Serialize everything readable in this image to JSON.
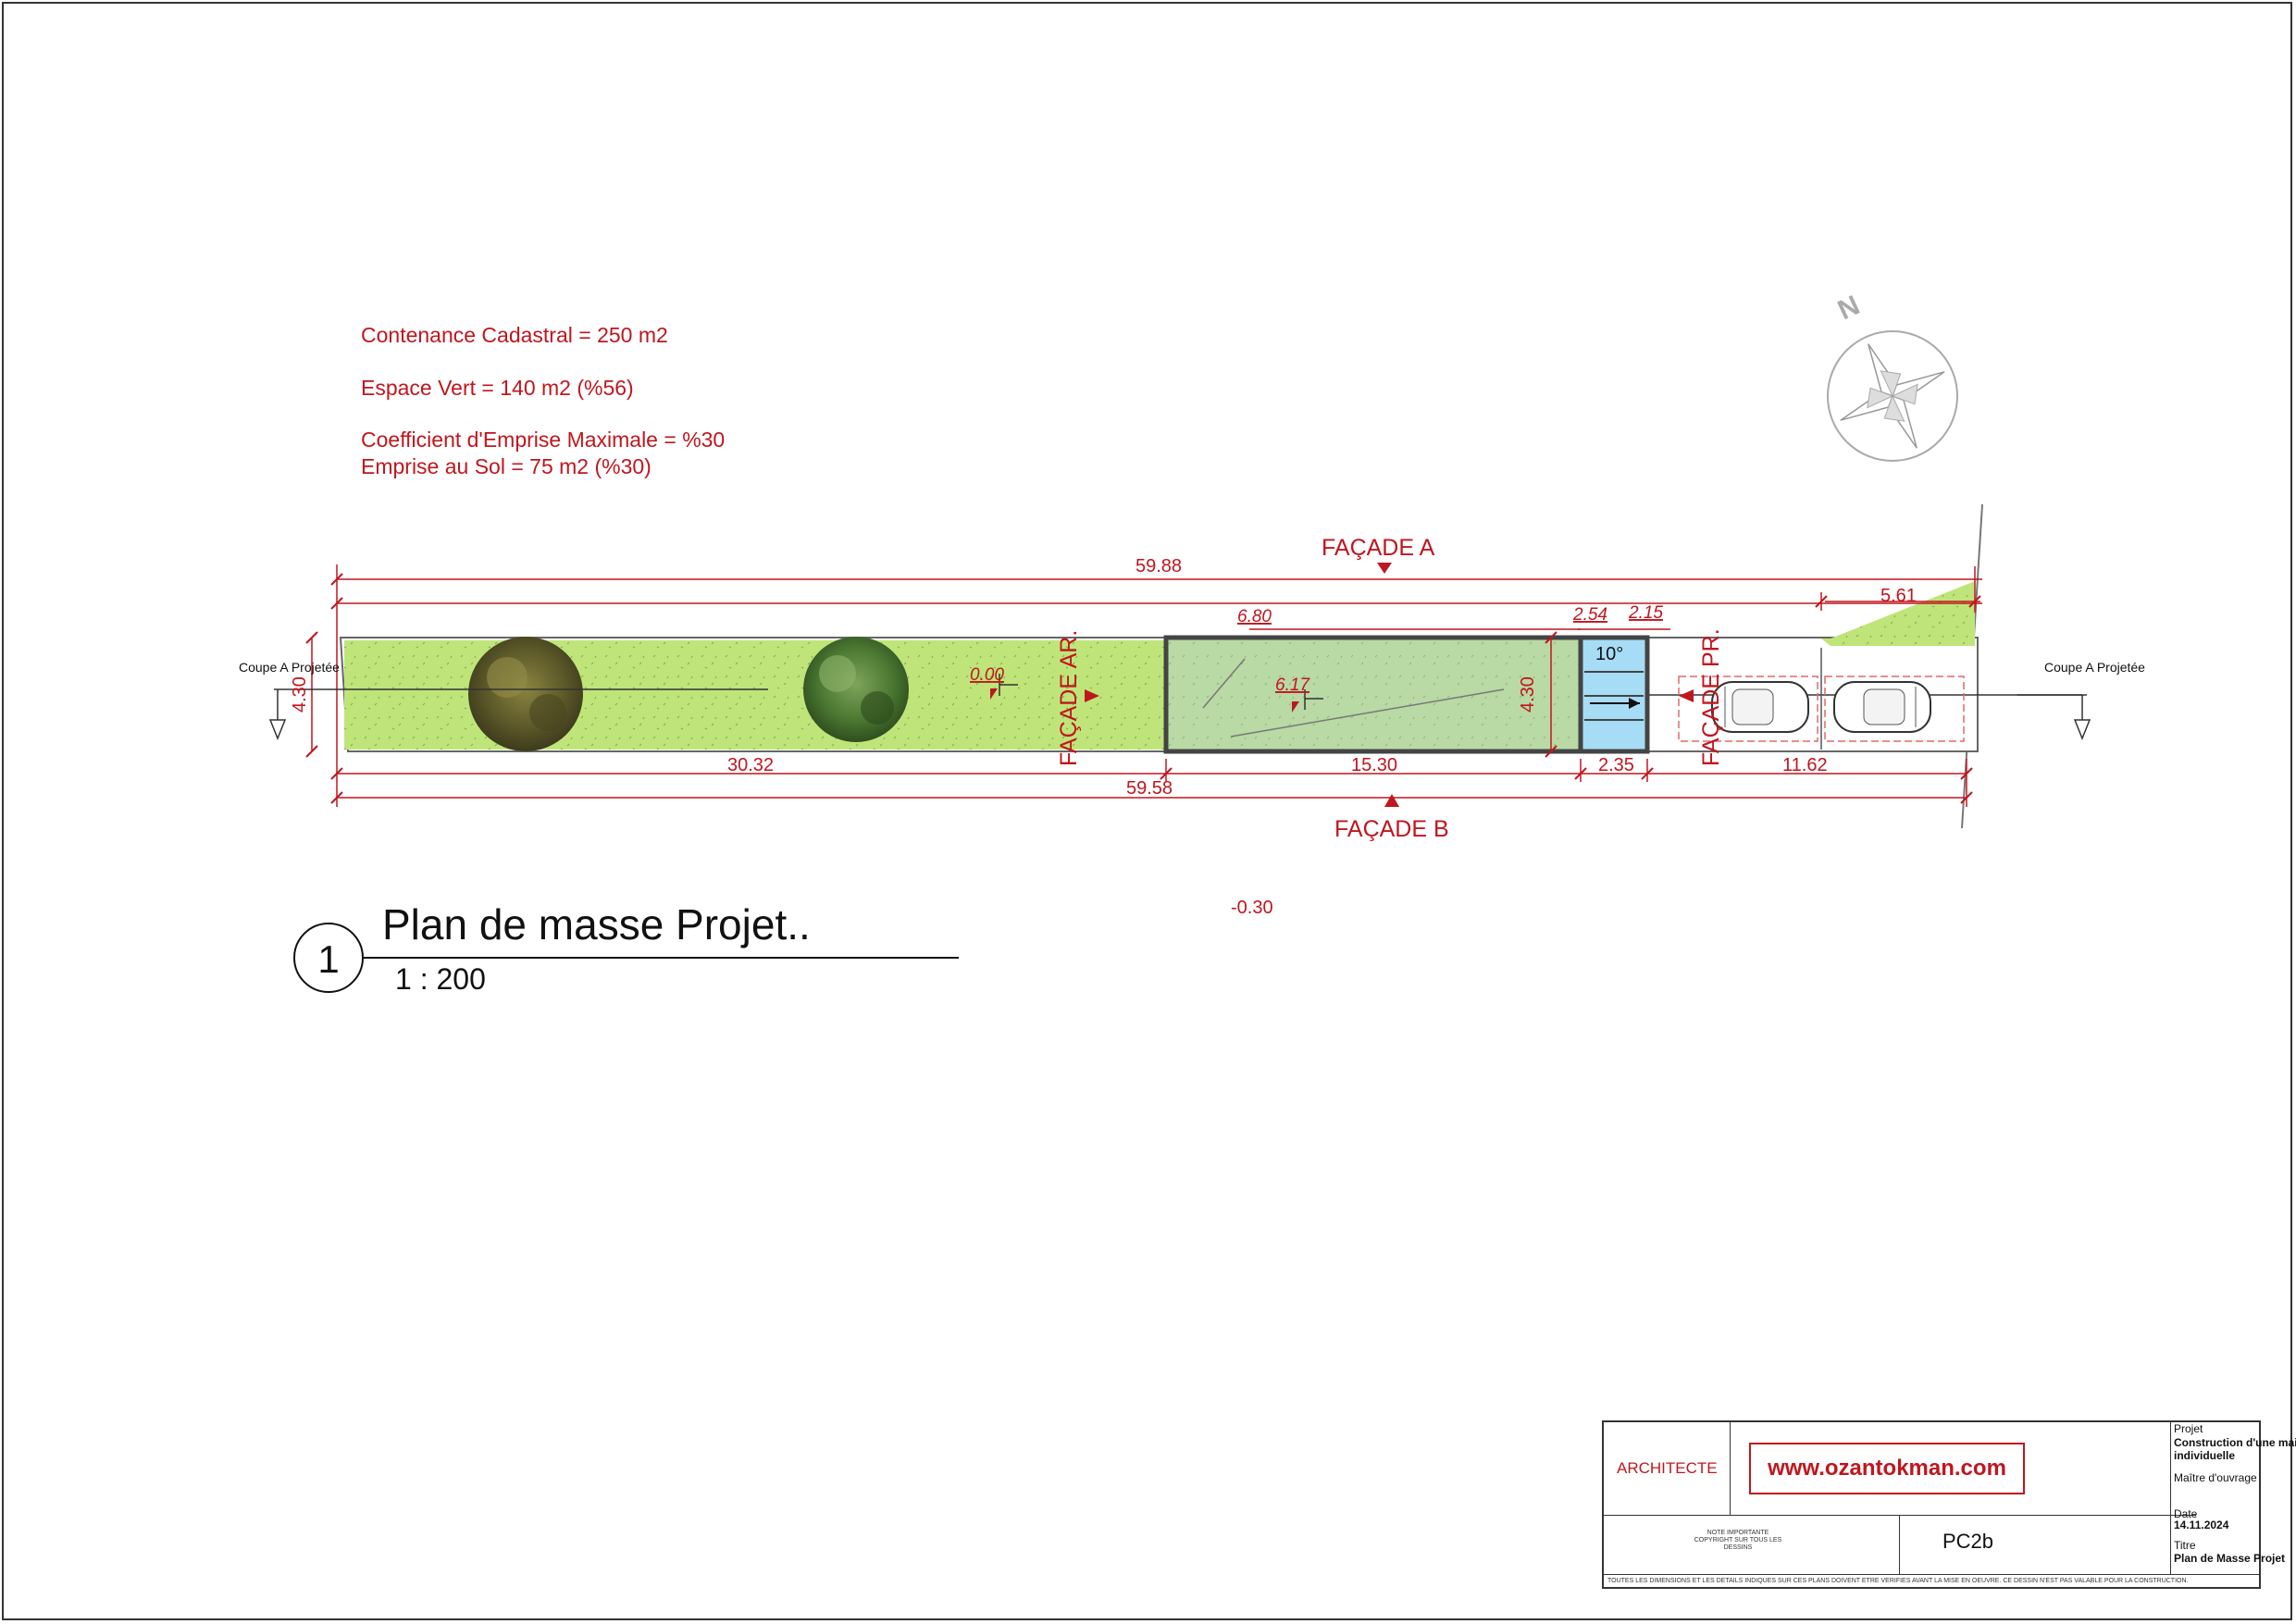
{
  "site_info": {
    "contenance": "Contenance Cadastral = 250 m2",
    "espace_vert": "Espace Vert = 140 m2 (%56)",
    "coefficient": "Coefficient d'Emprise Maximale = %30",
    "emprise": "Emprise au Sol = 75 m2 (%30)"
  },
  "north_label": "N",
  "facades": {
    "a": "FAÇADE A",
    "b": "FAÇADE B",
    "ar": "FAÇADE AR.",
    "pr": "FAÇADE PR."
  },
  "sections": {
    "left": "Coupe A Projetée",
    "right": "Coupe A Projetée"
  },
  "dimensions": {
    "overall_top": "59.88",
    "overall_bottom": "59.58",
    "garden": "30.32",
    "house": "15.30",
    "entry": "2.35",
    "parking": "11.62",
    "front_top": "5.61",
    "height_left": "4.30",
    "height_house": "4.30",
    "top_6_80": "6.80",
    "top_2_54": "2.54",
    "top_2_15": "2.15"
  },
  "levels": {
    "garden": "0.00",
    "house": "6.17",
    "street": "-0.30"
  },
  "ramp_angle": "10°",
  "title": {
    "number": "1",
    "name": "Plan de masse Projet..",
    "scale": "1 : 200"
  },
  "title_block": {
    "architecte": "ARCHITECTE",
    "website": "www.ozantokman.com",
    "projet_label": "Projet",
    "projet_value": "Construction d'une maison individuelle",
    "maitre_label": "Maître d'ouvrage",
    "date_label": "Date",
    "date_value": "14.11.2024",
    "titre_label": "Titre",
    "titre_value": "Plan de Masse Projet",
    "code": "PC2b",
    "note": "NOTE IMPORTANTE COPYRIGHT SUR TOUS LES DESSINS",
    "footer": "TOUTES LES DIMENSIONS ET LES DETAILS INDIQUES SUR CES PLANS DOIVENT ETRE VERIFIES AVANT LA MISE EN OEUVRE. CE DESSIN N'EST PAS VALABLE POUR LA CONSTRUCTION."
  },
  "colors": {
    "annotation_red": "#c0161e",
    "lawn_green": "#bfe57a",
    "building_green": "#b9d9a5",
    "pool_blue": "#a6dcf5"
  }
}
